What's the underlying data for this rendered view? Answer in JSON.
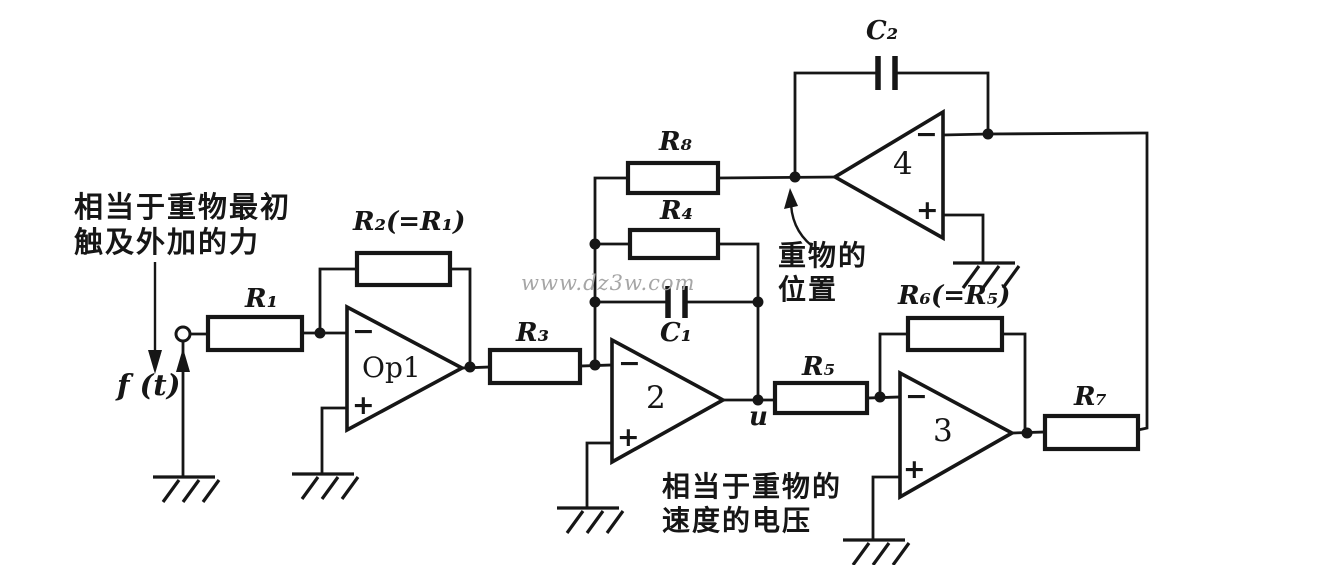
{
  "colors": {
    "background": "#ffffff",
    "ink": "#161616",
    "watermark": "#a6a6a6"
  },
  "annotations": {
    "input_force": "相当于重物最初\n触及外加的力",
    "signal_f": "f (t)",
    "weight_position": "重物的\n位置",
    "weight_velocity": "相当于重物的\n速度的电压",
    "node_u": "u",
    "watermark": "www.dz3w.com"
  },
  "components": {
    "r1": "R₁",
    "r2": "R₂(=R₁)",
    "r3": "R₃",
    "r4": "R₄",
    "r5": "R₅",
    "r6": "R₆(=R₅)",
    "r7": "R₇",
    "r8": "R₈",
    "c1": "C₁",
    "c2": "C₂"
  },
  "op_amps": {
    "op1": "Op1",
    "op2": "2",
    "op3": "3",
    "op4": "4"
  },
  "signs": {
    "minus": "−",
    "plus": "+"
  }
}
